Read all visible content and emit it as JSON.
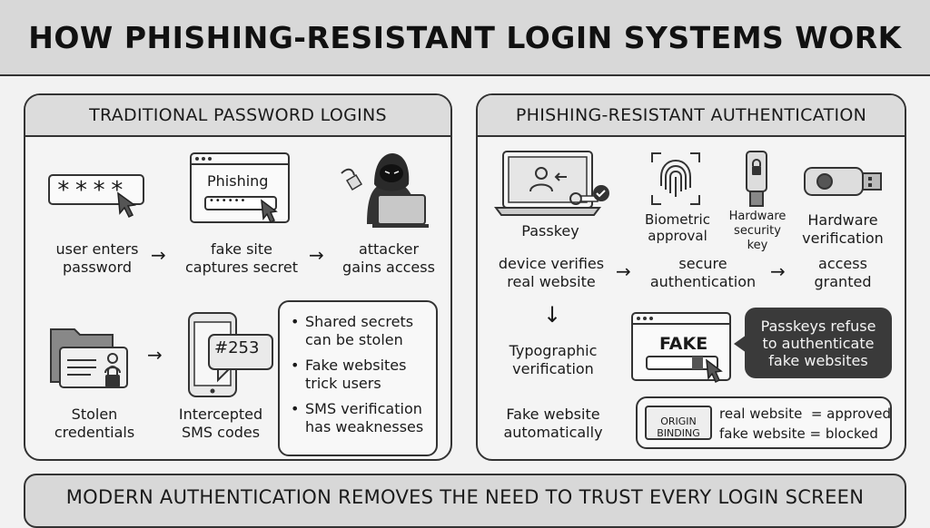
{
  "title": "HOW PHISHING-RESISTANT LOGIN SYSTEMS WORK",
  "left_panel": {
    "heading": "TRADITIONAL PASSWORD LOGINS",
    "password_mask": "****",
    "phishing_window_text": "Phishing",
    "phishing_field_dots": "••••••",
    "step1": [
      "user enters",
      "password"
    ],
    "step2": [
      "fake site",
      "captures secret"
    ],
    "step3": [
      "attacker",
      "gains access"
    ],
    "arrow": "→",
    "stolen": [
      "Stolen",
      "credentials"
    ],
    "intercepted": [
      "Intercepted",
      "SMS codes"
    ],
    "sms_code": "#253",
    "bullets": [
      [
        "Shared secrets",
        "can be stolen"
      ],
      [
        "Fake websites",
        "trick users"
      ],
      [
        "SMS verification",
        "has weaknesses"
      ]
    ]
  },
  "right_panel": {
    "heading": "PHISHING-RESISTANT AUTHENTICATION",
    "passkey_label": "Passkey",
    "biometric": [
      "Biometric",
      "approval"
    ],
    "hw_security_key": [
      "Hardware",
      "security",
      "key"
    ],
    "hw_verification": [
      "Hardware",
      "verification"
    ],
    "flow1": [
      "device verifies",
      "real website"
    ],
    "flow2": [
      "secure",
      "authentication"
    ],
    "flow3": [
      "access",
      "granted"
    ],
    "arrow": "→",
    "down_arrow": "↓",
    "typographic": [
      "Typographic",
      "verification"
    ],
    "fake_window_text": "FAKE",
    "callout": [
      "Passkeys refuse",
      "to authenticate",
      "fake websites"
    ],
    "fake_auto": [
      "Fake website",
      "automatically"
    ],
    "origin_binding": [
      "ORIGIN",
      "BINDING"
    ],
    "real_website": "real website  = approved",
    "fake_website": "fake website = blocked"
  },
  "footer": "MODERN AUTHENTICATION REMOVES THE NEED TO TRUST EVERY LOGIN SCREEN",
  "colors": {
    "header_bg": "#d8d8d8",
    "panel_bg": "#f4f4f4",
    "dark": "#333333",
    "callout_bg": "#3a3a3a"
  }
}
